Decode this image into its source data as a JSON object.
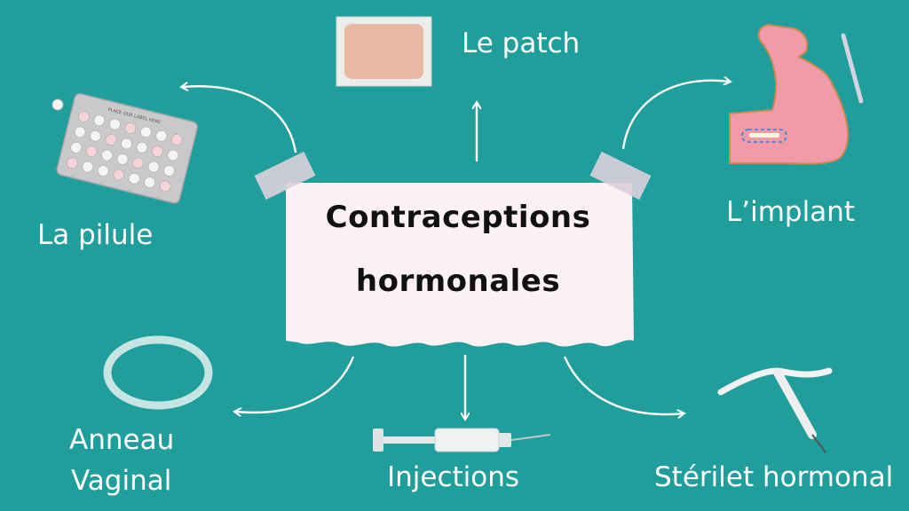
{
  "title": {
    "line1": "Contraceptions",
    "line2": "hormonales"
  },
  "methods": {
    "patch": "Le patch",
    "implant": "L’implant",
    "pill": "La pilule",
    "ring_line1": "Anneau",
    "ring_line2": "Vaginal",
    "injections": "Injections",
    "iud": "Stérilet hormonal"
  },
  "pill_pack_text": "PLACE OUR LABEL HERE",
  "colors": {
    "background": "#1f9e9c",
    "card": "#fdf1f3",
    "tape": "#d9d0da",
    "arm": "#f29aa8",
    "arrow": "#ffffff"
  }
}
